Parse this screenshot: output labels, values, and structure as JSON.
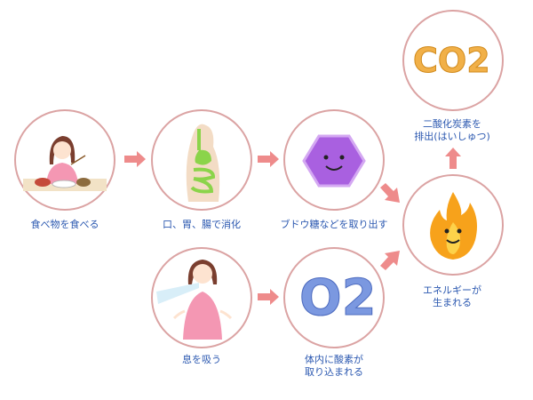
{
  "steps": {
    "eat": {
      "label": "食べ物を食べる"
    },
    "digest": {
      "label": "口、胃、腸で消化"
    },
    "glucose": {
      "label": "ブドウ糖などを取り出す"
    },
    "breathe": {
      "label": "息を吸う"
    },
    "oxygen": {
      "lines": [
        "体内に酸素が",
        "取り込まれる"
      ]
    },
    "energy": {
      "lines": [
        "エネルギーが",
        "生まれる"
      ]
    },
    "co2": {
      "lines": [
        "二酸化炭素を",
        "排出(はいしゅつ)"
      ]
    }
  },
  "icons": {
    "oxygen_text": "O2",
    "co2_text": "CO2"
  },
  "colors": {
    "circle_border": "#dba3a3",
    "arrow": "#ee8b8b",
    "label_text": "#2b58b0",
    "hexagon": "#a960e0",
    "flame": "#f7a21b",
    "o2": "#7b98e0",
    "co2": "#f1b048"
  }
}
